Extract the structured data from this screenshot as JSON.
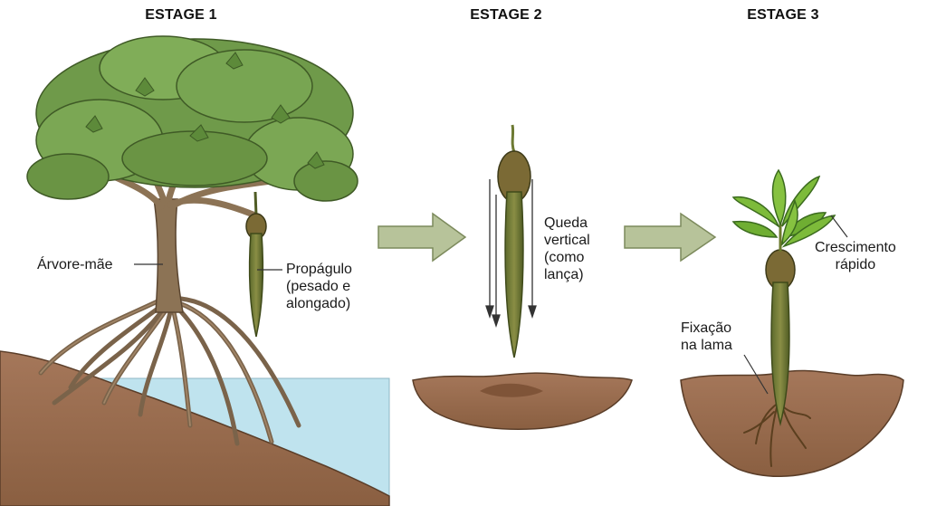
{
  "stages": [
    {
      "title": "ESTAGE 1"
    },
    {
      "title": "ESTAGE 2"
    },
    {
      "title": "ESTAGE 3"
    }
  ],
  "labels": {
    "mother_tree": "Árvore-mãe",
    "propagule": [
      "Propágulo",
      "(pesado e",
      "alongado)"
    ],
    "fall": [
      "Queda",
      "vertical",
      "(como",
      "lança)"
    ],
    "growth": [
      "Crescimento",
      "rápido"
    ],
    "anchoring": [
      "Fixação",
      "na lama"
    ]
  },
  "colors": {
    "foliage": "#6f9a4a",
    "trunk": "#8c7355",
    "propagule": "#6d7a33",
    "mud": "#9a6e4e",
    "water": "#bfe3ee",
    "arrow": "#b7c39a",
    "leaf": "#7dbb3a"
  }
}
